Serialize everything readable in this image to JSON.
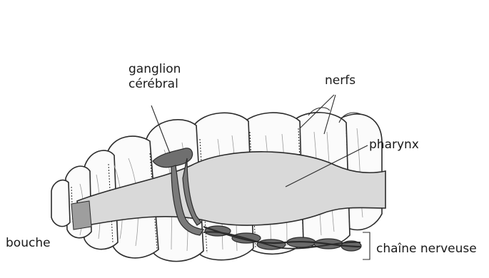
{
  "labels": {
    "ganglion_line1": "ganglion",
    "ganglion_line2": "cérébral",
    "nerfs": "nerfs",
    "pharynx": "pharynx",
    "bouche": "bouche",
    "chaine": "chaîne nerveuse"
  },
  "colors": {
    "outline": "#2b2b2b",
    "segment_fill": "#fbfbfb",
    "pharynx_fill": "#d9d9d9",
    "ganglion_fill": "#6f6f6f",
    "fine_lines": "#9a9a9a"
  }
}
